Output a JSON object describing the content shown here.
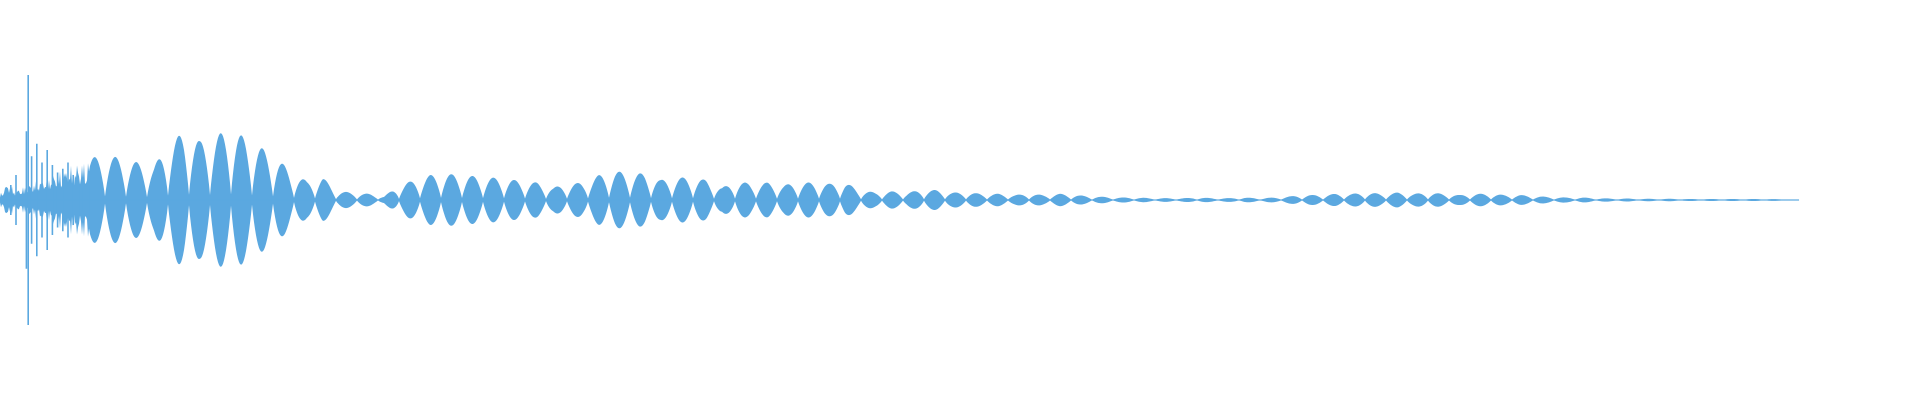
{
  "waveform": {
    "color": "#5ba8e0",
    "background": "#ffffff",
    "total_duration_fraction": 0.937,
    "peak_amplitude": 1.0,
    "transient": {
      "description_label": "",
      "peaks": [
        0.12,
        0.2,
        1.0,
        0.55,
        0.35,
        0.45,
        0.3,
        0.4,
        0.28,
        0.22,
        0.25,
        0.3,
        0.2,
        0.15,
        0.1,
        0.12,
        0.08
      ]
    },
    "envelope": [
      [
        0.0,
        0.05
      ],
      [
        0.004,
        0.15
      ],
      [
        0.008,
        0.08
      ],
      [
        0.04,
        0.3
      ],
      [
        0.048,
        0.34
      ],
      [
        0.056,
        0.36
      ],
      [
        0.064,
        0.33
      ],
      [
        0.072,
        0.3
      ],
      [
        0.08,
        0.27
      ],
      [
        0.088,
        0.45
      ],
      [
        0.096,
        0.55
      ],
      [
        0.104,
        0.47
      ],
      [
        0.112,
        0.52
      ],
      [
        0.12,
        0.56
      ],
      [
        0.128,
        0.5
      ],
      [
        0.136,
        0.42
      ],
      [
        0.144,
        0.34
      ],
      [
        0.152,
        0.22
      ],
      [
        0.16,
        0.15
      ],
      [
        0.168,
        0.18
      ],
      [
        0.176,
        0.07
      ],
      [
        0.184,
        0.06
      ],
      [
        0.192,
        0.05
      ],
      [
        0.2,
        0.03
      ],
      [
        0.208,
        0.12
      ],
      [
        0.216,
        0.16
      ],
      [
        0.224,
        0.2
      ],
      [
        0.232,
        0.21
      ],
      [
        0.24,
        0.2
      ],
      [
        0.248,
        0.19
      ],
      [
        0.256,
        0.18
      ],
      [
        0.264,
        0.17
      ],
      [
        0.272,
        0.15
      ],
      [
        0.28,
        0.14
      ],
      [
        0.288,
        0.1
      ],
      [
        0.296,
        0.13
      ],
      [
        0.304,
        0.14
      ],
      [
        0.312,
        0.2
      ],
      [
        0.32,
        0.23
      ],
      [
        0.328,
        0.22
      ],
      [
        0.336,
        0.21
      ],
      [
        0.344,
        0.16
      ],
      [
        0.352,
        0.18
      ],
      [
        0.36,
        0.18
      ],
      [
        0.368,
        0.16
      ],
      [
        0.376,
        0.1
      ],
      [
        0.384,
        0.15
      ],
      [
        0.392,
        0.13
      ],
      [
        0.4,
        0.14
      ],
      [
        0.408,
        0.12
      ],
      [
        0.416,
        0.14
      ],
      [
        0.424,
        0.14
      ],
      [
        0.432,
        0.13
      ],
      [
        0.44,
        0.14
      ],
      [
        0.448,
        0.08
      ],
      [
        0.456,
        0.06
      ],
      [
        0.464,
        0.07
      ],
      [
        0.472,
        0.06
      ],
      [
        0.48,
        0.08
      ],
      [
        0.488,
        0.08
      ],
      [
        0.496,
        0.06
      ],
      [
        0.504,
        0.06
      ],
      [
        0.512,
        0.05
      ],
      [
        0.52,
        0.05
      ],
      [
        0.528,
        0.04
      ],
      [
        0.536,
        0.05
      ],
      [
        0.544,
        0.04
      ],
      [
        0.552,
        0.05
      ],
      [
        0.56,
        0.04
      ],
      [
        0.568,
        0.03
      ],
      [
        0.576,
        0.025
      ],
      [
        0.584,
        0.02
      ],
      [
        0.592,
        0.02
      ],
      [
        0.6,
        0.015
      ],
      [
        0.608,
        0.015
      ],
      [
        0.616,
        0.015
      ],
      [
        0.624,
        0.02
      ],
      [
        0.632,
        0.015
      ],
      [
        0.64,
        0.015
      ],
      [
        0.648,
        0.02
      ],
      [
        0.656,
        0.015
      ],
      [
        0.664,
        0.02
      ],
      [
        0.672,
        0.03
      ],
      [
        0.68,
        0.04
      ],
      [
        0.688,
        0.04
      ],
      [
        0.696,
        0.05
      ],
      [
        0.704,
        0.05
      ],
      [
        0.712,
        0.06
      ],
      [
        0.72,
        0.05
      ],
      [
        0.728,
        0.06
      ],
      [
        0.736,
        0.05
      ],
      [
        0.744,
        0.06
      ],
      [
        0.752,
        0.05
      ],
      [
        0.76,
        0.04
      ],
      [
        0.768,
        0.05
      ],
      [
        0.776,
        0.05
      ],
      [
        0.784,
        0.04
      ],
      [
        0.792,
        0.04
      ],
      [
        0.8,
        0.03
      ],
      [
        0.808,
        0.025
      ],
      [
        0.816,
        0.02
      ],
      [
        0.824,
        0.02
      ],
      [
        0.832,
        0.015
      ],
      [
        0.84,
        0.012
      ],
      [
        0.848,
        0.012
      ],
      [
        0.856,
        0.01
      ],
      [
        0.864,
        0.01
      ],
      [
        0.872,
        0.01
      ],
      [
        0.88,
        0.008
      ],
      [
        0.888,
        0.008
      ],
      [
        0.896,
        0.008
      ],
      [
        0.904,
        0.008
      ],
      [
        0.912,
        0.008
      ],
      [
        0.92,
        0.008
      ],
      [
        0.928,
        0.006
      ],
      [
        0.937,
        0.0
      ]
    ]
  }
}
